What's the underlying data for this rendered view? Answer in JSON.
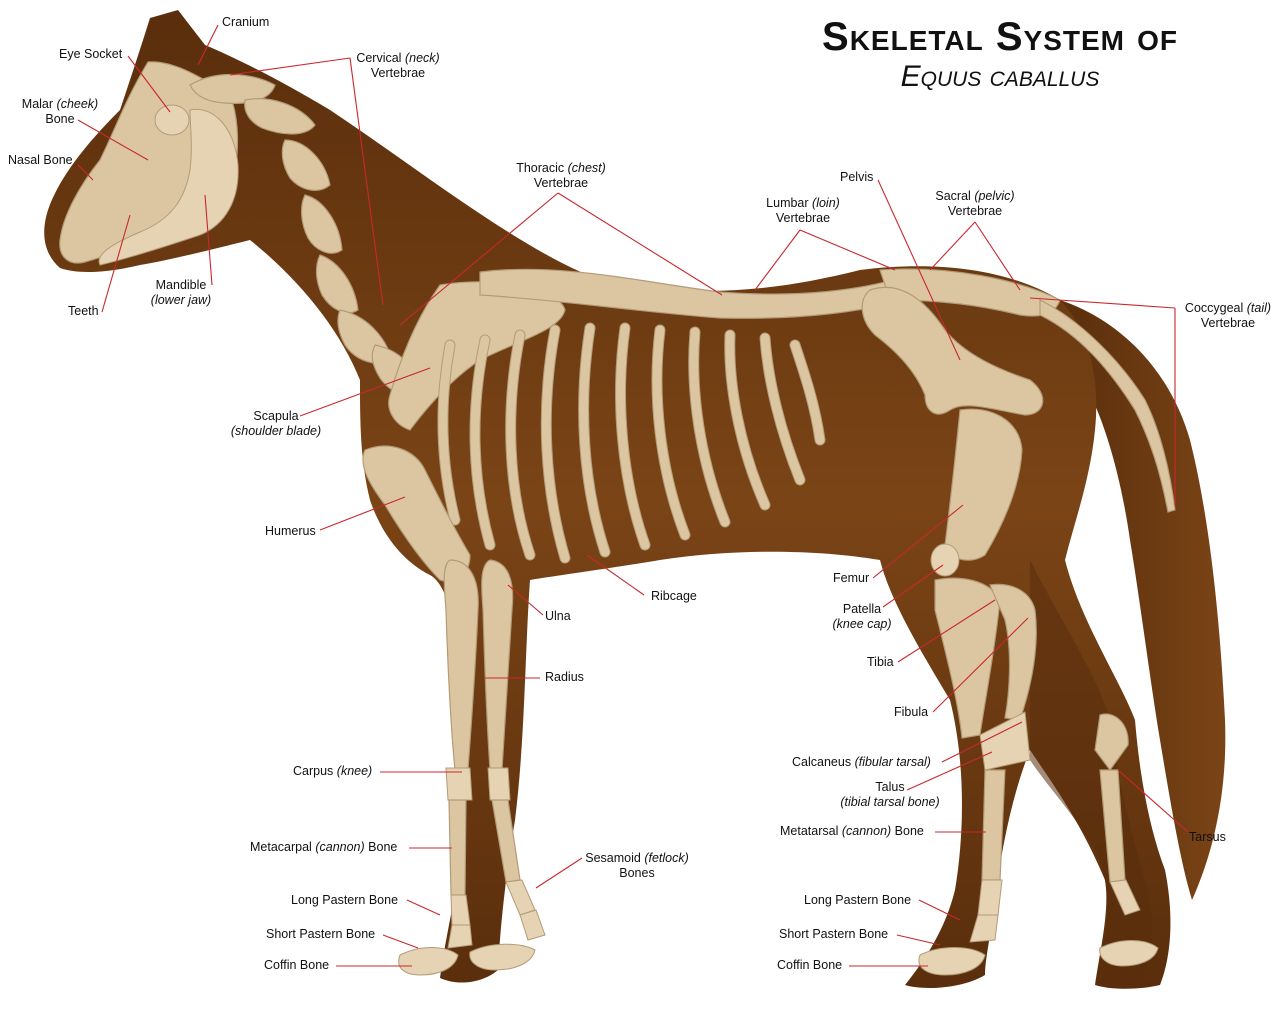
{
  "title": {
    "line1": "Skeletal System of",
    "line2": "Equus caballus"
  },
  "labels": {
    "cranium": {
      "main": "Cranium",
      "sub": ""
    },
    "eye_socket": {
      "main": "Eye Socket",
      "sub": ""
    },
    "cervical": {
      "main": "Cervical",
      "italic": "(neck)",
      "line2": "Vertebrae"
    },
    "malar": {
      "main": "Malar",
      "italic": "(cheek)",
      "line2": "Bone"
    },
    "nasal": {
      "main": "Nasal Bone"
    },
    "thoracic": {
      "main": "Thoracic",
      "italic": "(chest)",
      "line2": "Vertebrae"
    },
    "pelvis": {
      "main": "Pelvis"
    },
    "lumbar": {
      "main": "Lumbar",
      "italic": "(loin)",
      "line2": "Vertebrae"
    },
    "sacral": {
      "main": "Sacral",
      "italic": "(pelvic)",
      "line2": "Vertebrae"
    },
    "coccygeal": {
      "main": "Coccygeal",
      "italic": "(tail)",
      "line2": "Vertebrae"
    },
    "mandible": {
      "main": "Mandible",
      "line2": "(lower jaw)"
    },
    "teeth": {
      "main": "Teeth"
    },
    "scapula": {
      "main": "Scapula",
      "line2": "(shoulder blade)"
    },
    "humerus": {
      "main": "Humerus"
    },
    "ulna": {
      "main": "Ulna"
    },
    "ribcage": {
      "main": "Ribcage"
    },
    "radius": {
      "main": "Radius"
    },
    "femur": {
      "main": "Femur"
    },
    "patella": {
      "main": "Patella",
      "line2": "(knee cap)"
    },
    "tibia": {
      "main": "Tibia"
    },
    "fibula": {
      "main": "Fibula"
    },
    "carpus": {
      "main": "Carpus",
      "italic": "(knee)"
    },
    "calcaneus": {
      "main": "Calcaneus",
      "italic": "(fibular tarsal)"
    },
    "talus": {
      "main": "Talus",
      "line2": "(tibial tarsal bone)"
    },
    "metatarsal": {
      "main": "Metatarsal",
      "italic": "(cannon)",
      "tail": "Bone"
    },
    "tarsus": {
      "main": "Tarsus"
    },
    "metacarpal": {
      "main": "Metacarpal",
      "italic": "(cannon)",
      "tail": "Bone"
    },
    "sesamoid": {
      "main": "Sesamoid",
      "italic": "(fetlock)",
      "line2": "Bones"
    },
    "long_pastern_front": {
      "main": "Long Pastern Bone"
    },
    "short_pastern_front": {
      "main": "Short Pastern Bone"
    },
    "coffin_front": {
      "main": "Coffin Bone"
    },
    "long_pastern_hind": {
      "main": "Long Pastern Bone"
    },
    "short_pastern_hind": {
      "main": "Short Pastern Bone"
    },
    "coffin_hind": {
      "main": "Coffin Bone"
    }
  },
  "colors": {
    "body": "#6b3a12",
    "body_dark": "#4a260a",
    "bone": "#dcc6a2",
    "leader": "#c8282d"
  }
}
